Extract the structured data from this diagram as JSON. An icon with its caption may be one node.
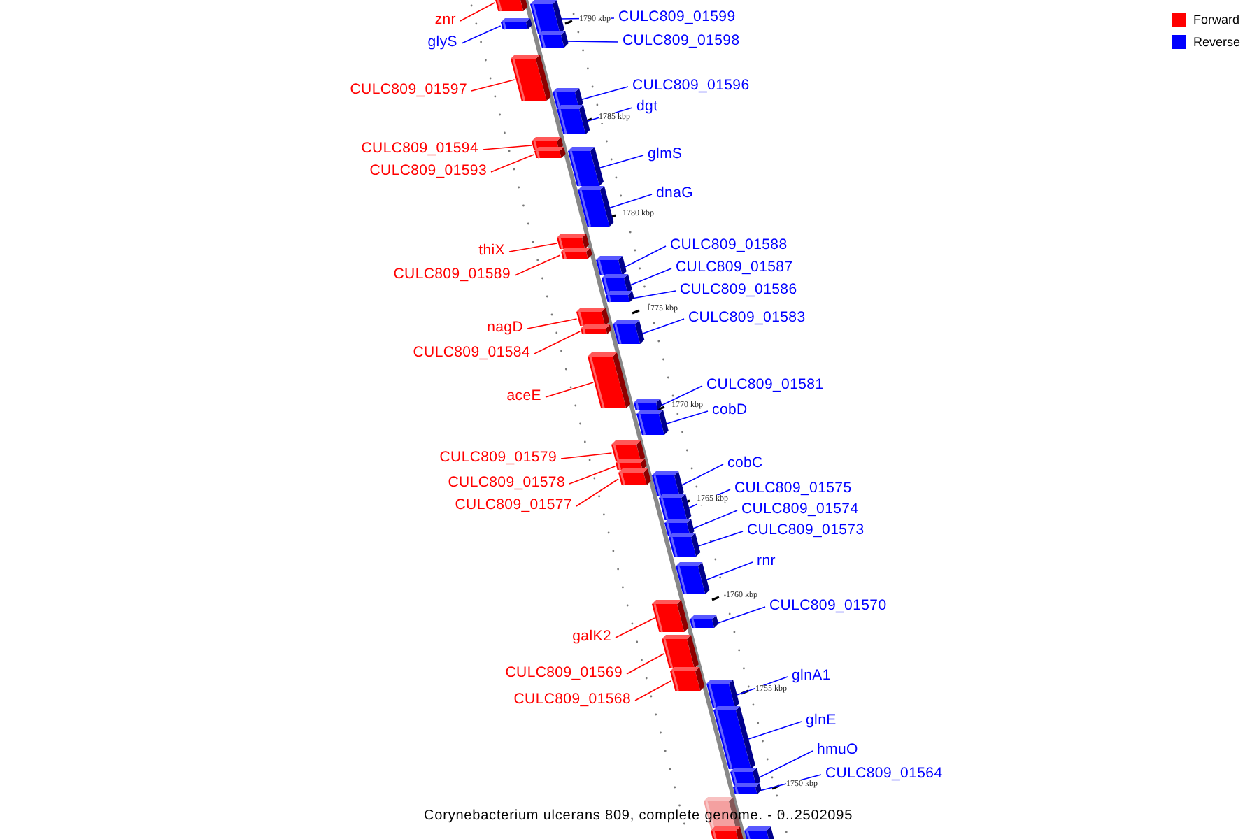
{
  "diagram": {
    "caption": "Corynebacterium ulcerans 809, complete genome. - 0..2502095",
    "nodes": [
      {
        "text": [
          "CULC809_01599"
        ]
      },
      {
        "text": [],
        "shape": "box"
      },
      {
        "text": [
          "znr"
        ]
      },
      {
        "text": [],
        "shape": "box"
      },
      {
        "text": [
          "CULC809_01598"
        ]
      },
      {
        "text": [],
        "shape": "box"
      },
      {
        "text": [
          "glyS"
        ]
      },
      {
        "text": [],
        "shape": "box"
      },
      {
        "text": [
          "CULC809_01596"
        ]
      },
      {
        "text": [],
        "shape": "box"
      },
      {
        "text": [
          "CULC809_01597"
        ]
      },
      {
        "text": [],
        "shape": "box"
      },
      {
        "text": [
          "dgt"
        ]
      },
      {
        "text": [],
        "shape": "box"
      },
      {
        "text": [
          "CULC809_01594"
        ]
      },
      {
        "text": [],
        "shape": "box"
      },
      {
        "text": [
          "glmS"
        ]
      },
      {
        "text": [],
        "shape": "box"
      },
      {
        "text": [
          "CULC809_01593"
        ]
      },
      {
        "text": [],
        "shape": "box"
      },
      {
        "text": [
          "dnaG"
        ]
      },
      {
        "text": [],
        "shape": "box"
      },
      {
        "text": [
          "CULC809_01588"
        ]
      },
      {
        "text": [],
        "shape": "box"
      },
      {
        "text": [
          "thiX"
        ]
      },
      {
        "text": [],
        "shape": "box"
      },
      {
        "text": [
          "CULC809_01587"
        ]
      },
      {
        "text": [],
        "shape": "box"
      },
      {
        "text": [
          "CULC809_01589"
        ]
      },
      {
        "text": [],
        "shape": "box"
      },
      {
        "text": [
          "CULC809_01586"
        ]
      },
      {
        "text": [],
        "shape": "box"
      },
      {
        "text": [
          "CULC809_01583"
        ]
      },
      {
        "text": [],
        "shape": "box"
      },
      {
        "text": [
          "nagD"
        ]
      },
      {
        "text": [],
        "shape": "box"
      },
      {
        "text": [
          "CULC809_01584"
        ]
      },
      {
        "text": [],
        "shape": "box"
      },
      {
        "text": [
          "CULC809_01581"
        ]
      },
      {
        "text": [],
        "shape": "box"
      },
      {
        "text": [
          "aceE"
        ]
      },
      {
        "text": [],
        "shape": "box"
      },
      {
        "text": [
          "cobD"
        ]
      },
      {
        "text": [],
        "shape": "box"
      },
      {
        "text": [
          "CULC809_01579"
        ]
      },
      {
        "text": [],
        "shape": "box"
      },
      {
        "text": [
          "cobC"
        ]
      },
      {
        "text": [],
        "shape": "box"
      },
      {
        "text": [
          "CULC809_01578"
        ]
      },
      {
        "text": [],
        "shape": "box"
      },
      {
        "text": [
          "CULC809_01575"
        ]
      },
      {
        "text": [],
        "shape": "box"
      },
      {
        "text": [
          "CULC809_01577"
        ]
      },
      {
        "text": [],
        "shape": "box"
      },
      {
        "text": [
          "CULC809_01574"
        ]
      },
      {
        "text": [],
        "shape": "box"
      },
      {
        "text": [
          "CULC809_01573"
        ]
      },
      {
        "text": [],
        "shape": "box"
      },
      {
        "text": [
          "rnr"
        ]
      },
      {
        "text": [],
        "shape": "box"
      },
      {
        "text": [
          "CULC809_01570"
        ]
      },
      {
        "text": [],
        "shape": "box"
      },
      {
        "text": [
          "galK2"
        ]
      },
      {
        "text": [],
        "shape": "box"
      },
      {
        "text": [
          "CULC809_01569"
        ]
      },
      {
        "text": [],
        "shape": "box"
      },
      {
        "text": [
          "glnA1"
        ]
      },
      {
        "text": [],
        "shape": "box"
      },
      {
        "text": [
          "CULC809_01568"
        ]
      },
      {
        "text": [],
        "shape": "box"
      },
      {
        "text": [
          "glnE"
        ]
      },
      {
        "text": [],
        "shape": "box"
      },
      {
        "text": [
          "hmuO"
        ]
      },
      {
        "text": [],
        "shape": "box"
      },
      {
        "text": [
          "CULC809_01564"
        ]
      },
      {
        "text": [],
        "shape": "box"
      },
      {
        "text": [],
        "shape": "box"
      },
      {
        "text": [],
        "shape": "box"
      },
      {
        "text": [],
        "shape": "box"
      }
    ],
    "edges": [
      {
        "from": 0,
        "to": 1,
        "arrow": "none"
      },
      {
        "from": 2,
        "to": 3,
        "arrow": "none",
        "color": "#ff0000"
      },
      {
        "from": 4,
        "to": 5,
        "arrow": "none"
      },
      {
        "from": 6,
        "to": 7,
        "arrow": "none"
      },
      {
        "from": 8,
        "to": 9,
        "arrow": "none"
      },
      {
        "from": 10,
        "to": 11,
        "arrow": "none",
        "color": "#ff0000"
      },
      {
        "from": 12,
        "to": 13,
        "arrow": "none"
      },
      {
        "from": 14,
        "to": 15,
        "arrow": "none",
        "color": "#ff0000"
      },
      {
        "from": 16,
        "to": 17,
        "arrow": "none"
      },
      {
        "from": 18,
        "to": 19,
        "arrow": "none",
        "color": "#ff0000"
      },
      {
        "from": 20,
        "to": 21,
        "arrow": "none"
      },
      {
        "from": 22,
        "to": 23,
        "arrow": "none"
      },
      {
        "from": 24,
        "to": 25,
        "arrow": "none",
        "color": "#ff0000"
      },
      {
        "from": 26,
        "to": 27,
        "arrow": "none"
      },
      {
        "from": 28,
        "to": 29,
        "arrow": "none",
        "color": "#ff0000"
      },
      {
        "from": 30,
        "to": 31,
        "arrow": "none"
      },
      {
        "from": 32,
        "to": 33,
        "arrow": "none"
      },
      {
        "from": 34,
        "to": 35,
        "arrow": "none",
        "color": "#ff0000"
      },
      {
        "from": 36,
        "to": 37,
        "arrow": "none",
        "color": "#ff0000"
      },
      {
        "from": 38,
        "to": 39,
        "arrow": "none"
      },
      {
        "from": 40,
        "to": 41,
        "arrow": "none",
        "color": "#ff0000"
      },
      {
        "from": 42,
        "to": 43,
        "arrow": "none"
      },
      {
        "from": 44,
        "to": 45,
        "arrow": "none",
        "color": "#ff0000"
      },
      {
        "from": 46,
        "to": 47,
        "arrow": "none"
      },
      {
        "from": 48,
        "to": 49,
        "arrow": "none",
        "color": "#ff0000"
      },
      {
        "from": 50,
        "to": 51,
        "arrow": "none"
      },
      {
        "from": 52,
        "to": 53,
        "arrow": "none",
        "color": "#ff0000"
      },
      {
        "from": 54,
        "to": 55,
        "arrow": "none"
      },
      {
        "from": 56,
        "to": 57,
        "arrow": "none"
      },
      {
        "from": 58,
        "to": 59,
        "arrow": "none"
      },
      {
        "from": 60,
        "to": 61,
        "arrow": "none"
      },
      {
        "from": 62,
        "to": 63,
        "arrow": "none",
        "color": "#ff0000"
      },
      {
        "from": 64,
        "to": 65,
        "arrow": "none",
        "color": "#ff0000"
      },
      {
        "from": 66,
        "to": 67,
        "arrow": "none"
      },
      {
        "from": 68,
        "to": 69,
        "arrow": "none",
        "color": "#ff0000"
      },
      {
        "from": 70,
        "to": 71,
        "arrow": "none"
      },
      {
        "from": 72,
        "to": 73,
        "arrow": "none"
      },
      {
        "from": 74,
        "to": 75,
        "arrow": "none"
      }
    ],
    "labels": [
      "1790 kbp",
      "1785 kbp",
      "1780 kbp",
      "1775 kbp",
      "1770 kbp",
      "1765 kbp",
      "1760 kbp",
      "1755 kbp",
      "1750 kbp"
    ],
    "legend": [
      {
        "text": "Forward",
        "color": "#ff0000"
      },
      {
        "text": "Reverse",
        "color": "#0000ff"
      }
    ]
  }
}
